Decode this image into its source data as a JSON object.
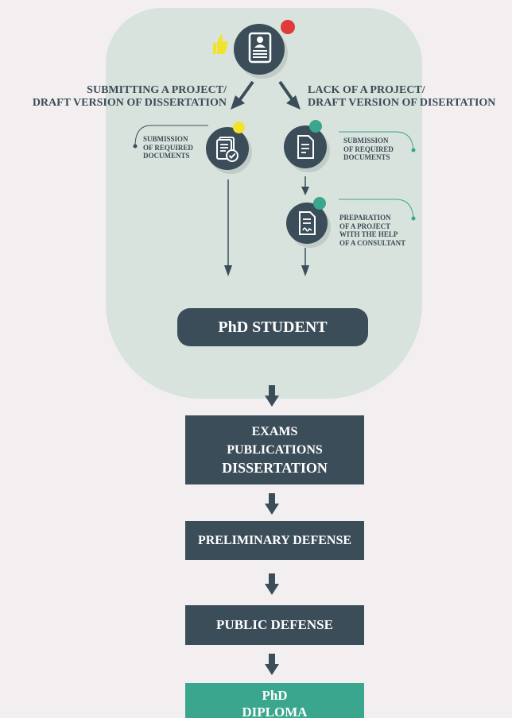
{
  "diagram": {
    "left_branch": {
      "title_line1": "SUBMITTING A PROJECT/",
      "title_line2": "DRAFT VERSION OF  DISSERTATION",
      "note": [
        "SUBMISSION",
        "OF REQUIRED",
        "DOCUMENTS"
      ]
    },
    "right_branch": {
      "title_line1": "LACK OF A PROJECT/",
      "title_line2": "DRAFT VERSION OF DISERTATION",
      "note1": [
        "SUBMISSION",
        "OF REQUIRED",
        "DOCUMENTS"
      ],
      "note2": [
        "PREPARATION",
        "OF A PROJECT",
        "WITH THE HELP",
        "OF A CONSULTANT"
      ]
    },
    "student": "PhD STUDENT",
    "steps": {
      "exams": [
        "EXAMS",
        "PUBLICATIONS",
        "DISSERTATION"
      ],
      "preliminary": "PRELIMINARY DEFENSE",
      "public": "PUBLIC DEFENSE",
      "diploma": [
        "PhD",
        "DIPLOMA"
      ]
    },
    "colors": {
      "dark": "#3b4d59",
      "teal": "#3aa68d",
      "background_blob": "#d8e3dd",
      "red_dot": "#e03a3a",
      "yellow_dot": "#f2e32a",
      "green_dot": "#3aa68d"
    },
    "icons": {
      "top": "resume-document-icon",
      "thumb": "thumbs-up-icon",
      "left": "document-check-icon",
      "right1": "document-icon",
      "right2": "document-signature-icon"
    }
  }
}
